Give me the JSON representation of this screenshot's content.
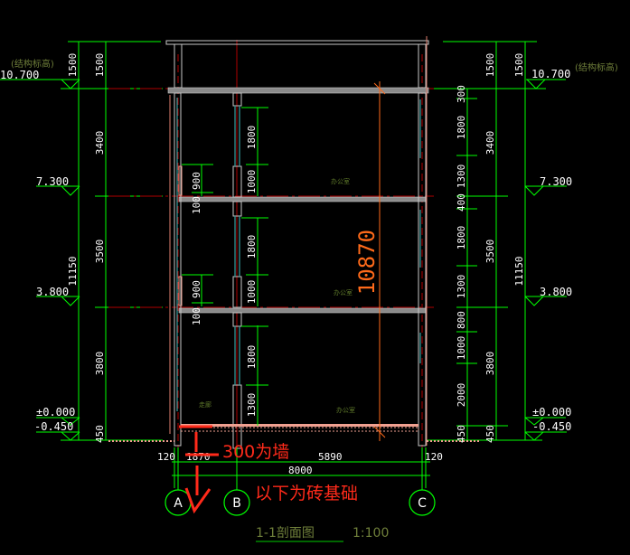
{
  "levels": {
    "roof": "10.700",
    "floor3": "7.300",
    "floor2": "3.800",
    "ground": "±0.000",
    "outdoor": "-0.450",
    "roof_note": "(结构标高)"
  },
  "left_dims": {
    "total": "11150",
    "chain": [
      "1500",
      "3400",
      "3500",
      "3800",
      "450"
    ]
  },
  "right_dims": {
    "total": "11150",
    "chain": [
      "1500",
      "3400",
      "3500",
      "3800",
      "450"
    ],
    "detail": [
      "300",
      "1800",
      "1300",
      "400",
      "1800",
      "1300",
      "800",
      "1000",
      "2000",
      "450"
    ]
  },
  "window_dims": {
    "sill_a": "900",
    "slab_a": "100",
    "b_upper": "1800",
    "b_lower": "1000",
    "b_ground_upper": "1800",
    "b_ground_lower": "1300"
  },
  "bottom_dims": {
    "left_wall": "120",
    "bay_ab": "1870",
    "bay_bc": "5890",
    "right_wall": "120",
    "total": "8000"
  },
  "grids": [
    "A",
    "B",
    "C"
  ],
  "annotations": {
    "wall_note": "300为墙",
    "foundation_note": "以下为砖基础",
    "height_note": "10870"
  },
  "rooms": {
    "office": "办公室",
    "corridor": "走廊"
  },
  "title": {
    "name": "1-1剖面图",
    "scale": "1:100"
  },
  "colors": {
    "dimension": "#00ff00",
    "annotation": "#ff2a1a",
    "axis": "#b00000"
  }
}
